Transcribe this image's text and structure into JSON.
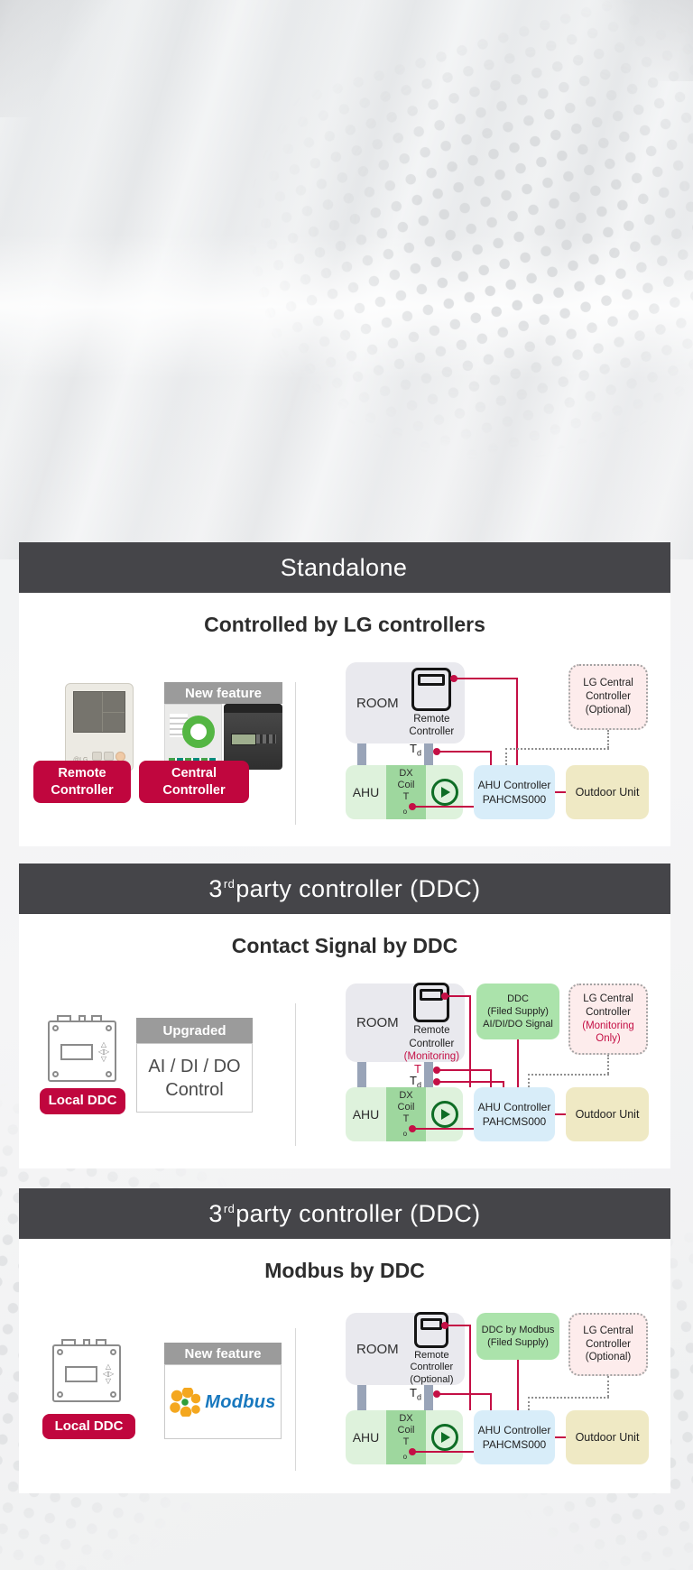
{
  "colors": {
    "accent_red": "#c0063e",
    "wire_red": "#c40f45",
    "header_bg": "#454549",
    "banner_gray": "#9b9b9b",
    "room_bg": "#e9e9ee",
    "ahu_green": "#def2dc",
    "dx_green": "#9ed79e",
    "ddc_green": "#abe3ab",
    "controller_blue": "#d8edf9",
    "outdoor_tan": "#efe9c4",
    "central_pink": "#fdecec"
  },
  "panels": [
    {
      "header": {
        "pre": "Standalone",
        "sup": "",
        "post": ""
      },
      "title": "Controlled by LG controllers",
      "left": {
        "banner": "New feature",
        "buttons": [
          {
            "line1": "Remote",
            "line2": "Controller"
          },
          {
            "line1": "Central",
            "line2": "Controller"
          }
        ]
      },
      "diagram": {
        "room_label": "ROOM",
        "remote_controller": {
          "line1": "Remote",
          "line2": "Controller",
          "note": ""
        },
        "sensor_td": {
          "base": "T",
          "sub": "d"
        },
        "ahu_label": "AHU",
        "dx_coil": {
          "line1": "DX",
          "line2": "Coil",
          "t_base": "T",
          "t_sub": "o"
        },
        "ahu_controller": {
          "line1": "AHU Controller",
          "line2": "PAHCMS000"
        },
        "outdoor_unit": "Outdoor Unit",
        "central_controller": {
          "line1": "LG Central",
          "line2": "Controller",
          "line3": "(Optional)"
        }
      }
    },
    {
      "header": {
        "pre": "3",
        "sup": "rd",
        "post": " party controller (DDC)"
      },
      "title": "Contact Signal by DDC",
      "left": {
        "banner": "Upgraded",
        "feature": {
          "line1": "AI / DI / DO",
          "line2": "Control"
        },
        "button": "Local DDC"
      },
      "diagram": {
        "room_label": "ROOM",
        "remote_controller": {
          "line1": "Remote",
          "line2": "Controller",
          "note": "(Monitoring)"
        },
        "sensor_t": "T",
        "sensor_td": {
          "base": "T",
          "sub": "d"
        },
        "ddc_box": {
          "line1": "DDC",
          "line2": "(Filed Supply)",
          "line3": "AI/DI/DO Signal"
        },
        "ahu_label": "AHU",
        "dx_coil": {
          "line1": "DX",
          "line2": "Coil",
          "t_base": "T",
          "t_sub": "o"
        },
        "ahu_controller": {
          "line1": "AHU Controller",
          "line2": "PAHCMS000"
        },
        "outdoor_unit": "Outdoor Unit",
        "central_controller": {
          "line1": "LG Central",
          "line2": "Controller",
          "note1": "(Monitoring",
          "note2": "Only)"
        }
      }
    },
    {
      "header": {
        "pre": "3",
        "sup": "rd",
        "post": " party controller (DDC)"
      },
      "title": "Modbus by DDC",
      "left": {
        "banner": "New feature",
        "modbus_label": "Modbus",
        "button": "Local DDC"
      },
      "diagram": {
        "room_label": "ROOM",
        "remote_controller": {
          "line1": "Remote",
          "line2": "Controller",
          "note": "(Optional)"
        },
        "sensor_td": {
          "base": "T",
          "sub": "d"
        },
        "ddc_box": {
          "line1": "DDC by Modbus",
          "line2": "(Filed Supply)"
        },
        "ahu_label": "AHU",
        "dx_coil": {
          "line1": "DX",
          "line2": "Coil",
          "t_base": "T",
          "t_sub": "o"
        },
        "ahu_controller": {
          "line1": "AHU Controller",
          "line2": "PAHCMS000"
        },
        "outdoor_unit": "Outdoor Unit",
        "central_controller": {
          "line1": "LG Central",
          "line2": "Controller",
          "line3": "(Optional)"
        }
      }
    }
  ]
}
